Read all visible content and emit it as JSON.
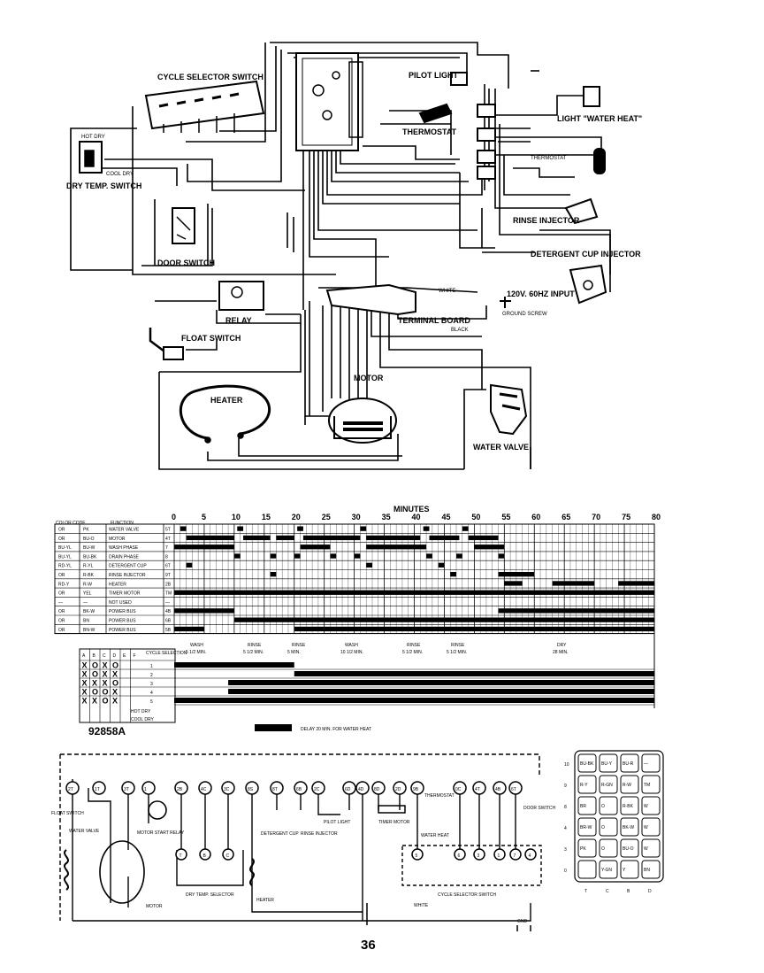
{
  "labels": {
    "cycle_selector_switch": "CYCLE SELECTOR SWITCH",
    "pilot_light": "PILOT LIGHT",
    "thermostat": "THERMOSTAT",
    "light_water_heat": "LIGHT \"WATER HEAT\"",
    "thermostat2": "THERMOSTAT",
    "dry_temp_switch": "DRY TEMP. SWITCH",
    "hot_dry": "HOT DRY",
    "cool_dry": "COOL DRY",
    "door_switch": "DOOR SWITCH",
    "rinse_injector": "RINSE INJECTOR",
    "detergent_cup_injector": "DETERGENT CUP INJECTOR",
    "relay": "RELAY",
    "input": "120V. 60HZ INPUT",
    "ground_screw": "GROUND SCREW",
    "terminal_board": "TERMINAL BOARD",
    "float_switch": "FLOAT SWITCH",
    "heater": "HEATER",
    "motor": "MOTOR",
    "water_valve": "WATER VALVE",
    "wire_white": "WHITE",
    "wire_black": "BLACK"
  },
  "chart": {
    "title": "MINUTES",
    "col_code": "COLOR CODE",
    "col_function": "FUNCTION",
    "minutes": [
      "0",
      "5",
      "10",
      "15",
      "20",
      "25",
      "30",
      "35",
      "40",
      "45",
      "50",
      "55",
      "60",
      "65",
      "70",
      "75",
      "80"
    ],
    "rows": [
      {
        "c1": "OR",
        "c2": "PK",
        "fn": "WATER VALVE",
        "t": "5T"
      },
      {
        "c1": "OR",
        "c2": "BU-O",
        "fn": "MOTOR",
        "t": "4T"
      },
      {
        "c1": "BU-YL",
        "c2": "BU-W",
        "fn": "WASH PHASE",
        "t": "7"
      },
      {
        "c1": "BU-YL",
        "c2": "BU-BK",
        "fn": "DRAIN PHASE",
        "t": "8"
      },
      {
        "c1": "RD-YL",
        "c2": "R-YL",
        "fn": "DETERGENT CUP",
        "t": "6T"
      },
      {
        "c1": "OR",
        "c2": "R-BK",
        "fn": "RINSE INJECTOR",
        "t": "9T"
      },
      {
        "c1": "RD-Y",
        "c2": "R-W",
        "fn": "HEATER",
        "t": "2B"
      },
      {
        "c1": "OR",
        "c2": "YEL",
        "fn": "TIMER MOTOR",
        "t": "TM"
      },
      {
        "c1": "—",
        "c2": "—",
        "fn": "NOT USED",
        "t": "—"
      },
      {
        "c1": "OR",
        "c2": "BK-W",
        "fn": "POWER BUS",
        "t": "4B"
      },
      {
        "c1": "OR",
        "c2": "BN",
        "fn": "POWER BUS",
        "t": "6B"
      },
      {
        "c1": "OR",
        "c2": "BN-W",
        "fn": "POWER BUS",
        "t": "5B"
      }
    ],
    "phases": [
      {
        "name": "WASH",
        "dur": "5 1/2 MIN."
      },
      {
        "name": "RINSE",
        "dur": "5 1/2 MIN."
      },
      {
        "name": "RINSE",
        "dur": "5 MIN."
      },
      {
        "name": "WASH",
        "dur": "10 1/2 MIN."
      },
      {
        "name": "RINSE",
        "dur": "5 1/2 MIN."
      },
      {
        "name": "RINSE",
        "dur": "5 1/2 MIN."
      },
      {
        "name": "DRY",
        "dur": "28 MIN."
      }
    ],
    "cycle_selection": "CYCLE SELECTION",
    "selection_cols": [
      "A",
      "B",
      "C",
      "D",
      "E",
      "F"
    ],
    "selections": [
      "1",
      "2",
      "3",
      "4",
      "5"
    ],
    "hot_dry": "HOT DRY",
    "cool_dry": "COOL DRY",
    "part_number": "92858A",
    "delay_note": "DELAY 20 MIN. FOR WATER HEAT"
  },
  "schematic": {
    "terminals_top": [
      "2T",
      "1T",
      "3T",
      "1",
      "2B",
      "4C",
      "3C",
      "8S",
      "8T",
      "6B",
      "2C",
      "6D",
      "4D",
      "8D",
      "2D",
      "9B",
      "0C",
      "4T",
      "4B",
      "6T"
    ],
    "terminals_bottom": [
      "T",
      "B",
      "C",
      "5",
      "6",
      "3",
      "1",
      "7",
      "4"
    ],
    "labels": {
      "float_switch": "FLOAT SWITCH",
      "water_valve": "WATER VALVE",
      "motor_start_relay": "MOTOR START RELAY",
      "motor": "MOTOR",
      "dry_temp_selector": "DRY TEMP. SELECTOR",
      "heater": "HEATER",
      "detergent_cup": "DETERGENT CUP",
      "rinse_injector": "RINSE INJECTOR",
      "pilot_light": "PILOT LIGHT",
      "timer_motor": "TIMER MOTOR",
      "thermostat": "THERMOSTAT",
      "water_heat": "WATER HEAT",
      "door_switch": "DOOR SWITCH",
      "cycle_selector_switch": "CYCLE SELECTOR SWITCH",
      "white": "WHITE",
      "gnd": "GND"
    }
  },
  "grid": {
    "rows": [
      {
        "n": "10",
        "cells": [
          "BU-BK",
          "BU-Y",
          "BU-R",
          "—"
        ]
      },
      {
        "n": "9",
        "cells": [
          "R-Y",
          "R-GN",
          "R-W",
          "TM"
        ]
      },
      {
        "n": "8",
        "cells": [
          "BR",
          "O",
          "R-BK",
          "W"
        ]
      },
      {
        "n": "4",
        "cells": [
          "BR-W",
          "O",
          "BK-W",
          "W"
        ]
      },
      {
        "n": "3",
        "cells": [
          "PK",
          "O",
          "BU-O",
          "W"
        ]
      },
      {
        "n": "0",
        "cells": [
          "",
          "Y-GN",
          "Y",
          "BN"
        ]
      }
    ],
    "cols": [
      "T",
      "C",
      "B",
      "D"
    ]
  },
  "page_number": "36"
}
